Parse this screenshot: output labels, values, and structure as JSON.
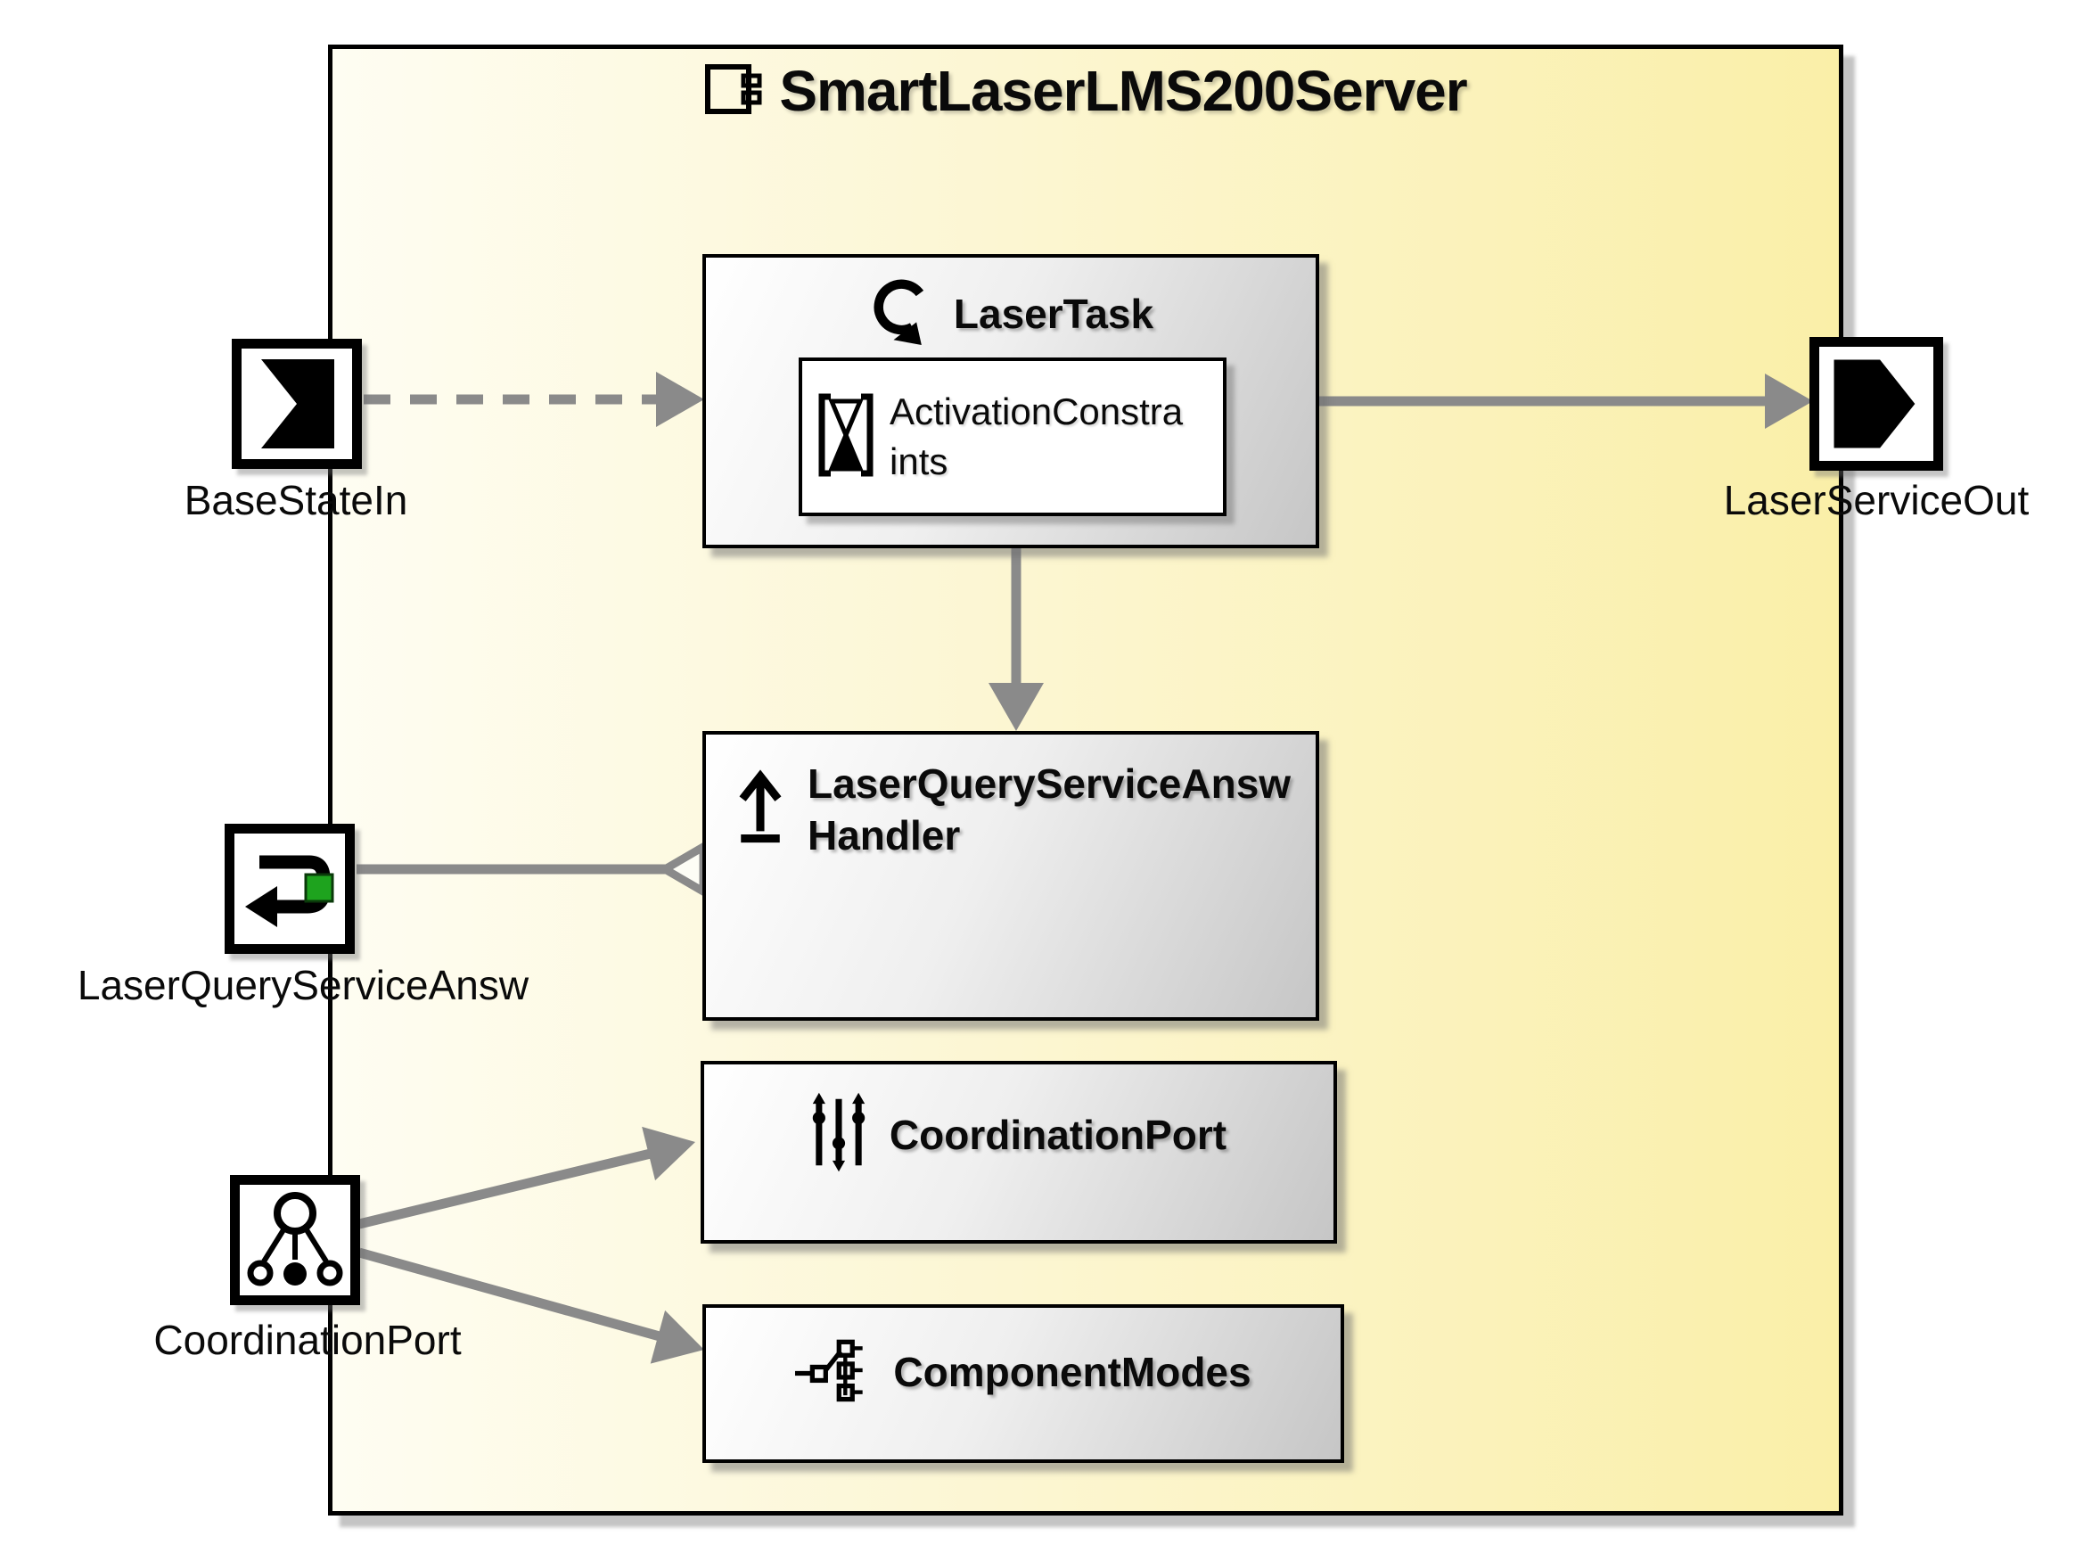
{
  "window": {
    "title": "SmartLaserLMS200Server"
  },
  "components": {
    "laser_task": {
      "label": "LaserTask"
    },
    "activation_constraints": {
      "label": "ActivationConstraints"
    },
    "laser_query_service_answ_handler": {
      "label": "LaserQueryServiceAnswHandler"
    },
    "coordination_port": {
      "label": "CoordinationPort"
    },
    "component_modes": {
      "label": "ComponentModes"
    }
  },
  "ports": {
    "base_state_in": {
      "label": "BaseStateIn",
      "side": "left"
    },
    "laser_query_service_answ": {
      "label": "LaserQueryServiceAnsw",
      "side": "left"
    },
    "coordination_port": {
      "label": "CoordinationPort",
      "side": "left"
    },
    "laser_service_out": {
      "label": "LaserServiceOut",
      "side": "right"
    }
  },
  "icons": {
    "frame": "uml-component-icon",
    "laser_task": "task-loop-icon",
    "activation_constraints": "hourglass-brackets-icon",
    "handler": "upload-arrow-icon",
    "coordination_box": "sliders-icon",
    "component_modes": "modes-tree-icon",
    "base_state_in": "input-flag-port-icon",
    "laser_query_service_answ": "answer-return-port-icon",
    "coordination_port": "coordination-master-port-icon",
    "laser_service_out": "output-arrow-port-icon"
  },
  "connectors": {
    "base_to_task": "dashed-arrow",
    "task_to_out": "solid-arrow",
    "task_to_handler": "solid-arrow-down",
    "answ_to_handler": "hollow-triangle-link",
    "port_to_coordination": "solid-arrow",
    "port_to_modes": "solid-arrow"
  },
  "colors": {
    "frame_yellow": "#faefa8",
    "frame_cream": "#fefdf2",
    "element_gray": "#c6c6c6",
    "connector_gray": "#8a8a8a",
    "accent_green": "#1ea31e",
    "border_black": "#000000"
  }
}
